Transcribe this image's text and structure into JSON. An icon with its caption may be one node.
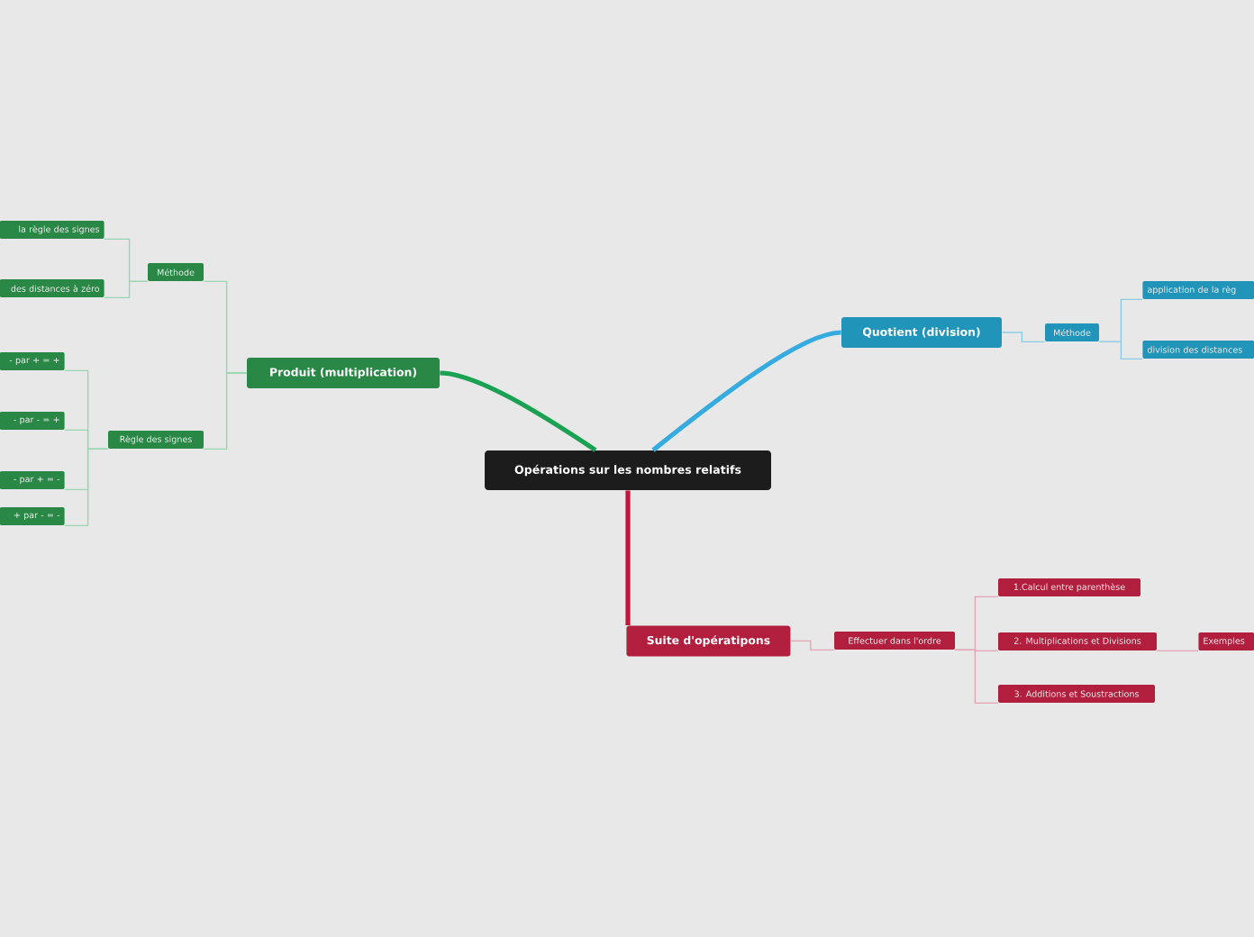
{
  "diagram": {
    "nodes": [
      {
        "text": [
          "Opérations sur les nombres relatifs"
        ]
      },
      {
        "text": [
          "Produit (multiplication)"
        ]
      },
      {
        "text": [
          "Méthode"
        ]
      },
      {
        "text": [
          "la règle des signes"
        ]
      },
      {
        "text": [
          "des distances à zéro"
        ]
      },
      {
        "text": [
          "Règle des signes"
        ]
      },
      {
        "text": [
          "- par + = +"
        ]
      },
      {
        "text": [
          "- par - = +"
        ]
      },
      {
        "text": [
          "- par + = -"
        ]
      },
      {
        "text": [
          "+ par - = -"
        ]
      },
      {
        "text": [
          "Quotient (division)"
        ]
      },
      {
        "text": [
          "Méthode"
        ]
      },
      {
        "text": [
          "application de la règ"
        ]
      },
      {
        "text": [
          "division des distances"
        ]
      },
      {
        "text": [
          "Suite d'opératipons"
        ]
      },
      {
        "text": [
          "Effectuer dans l'ordre"
        ]
      },
      {
        "text": [
          "1.Calcul entre parenthèse"
        ]
      },
      {
        "text": [
          "2. Multiplications et Divisions"
        ]
      },
      {
        "text": [
          "3. Additions et Soustractions"
        ]
      },
      {
        "text": [
          "Exemples"
        ]
      }
    ],
    "edges": [
      {
        "from": 0,
        "to": 1,
        "arrow": "none",
        "style": "thick",
        "color": "#1aa152"
      },
      {
        "from": 0,
        "to": 10,
        "arrow": "none",
        "style": "thick",
        "color": "#35abe0"
      },
      {
        "from": 0,
        "to": 14,
        "arrow": "none",
        "style": "thick",
        "color": "#c3143c"
      },
      {
        "from": 1,
        "to": 2,
        "arrow": "none",
        "color": "#98d6b2"
      },
      {
        "from": 2,
        "to": 3,
        "arrow": "none",
        "color": "#98d6b2"
      },
      {
        "from": 2,
        "to": 4,
        "arrow": "none",
        "color": "#98d6b2"
      },
      {
        "from": 1,
        "to": 5,
        "arrow": "none",
        "color": "#98d6b2"
      },
      {
        "from": 5,
        "to": 6,
        "arrow": "none",
        "color": "#98d6b2"
      },
      {
        "from": 5,
        "to": 7,
        "arrow": "none",
        "color": "#98d6b2"
      },
      {
        "from": 5,
        "to": 8,
        "arrow": "none",
        "color": "#98d6b2"
      },
      {
        "from": 5,
        "to": 9,
        "arrow": "none",
        "color": "#98d6b2"
      },
      {
        "from": 10,
        "to": 11,
        "arrow": "none",
        "color": "#8ccbe6"
      },
      {
        "from": 11,
        "to": 12,
        "arrow": "none",
        "color": "#8ccbe6"
      },
      {
        "from": 11,
        "to": 13,
        "arrow": "none",
        "color": "#8ccbe6"
      },
      {
        "from": 14,
        "to": 15,
        "arrow": "none",
        "color": "#e3a3b3"
      },
      {
        "from": 15,
        "to": 16,
        "arrow": "none",
        "color": "#e3a3b3"
      },
      {
        "from": 15,
        "to": 17,
        "arrow": "none",
        "color": "#e3a3b3"
      },
      {
        "from": 15,
        "to": 18,
        "arrow": "none",
        "color": "#e3a3b3"
      },
      {
        "from": 17,
        "to": 19,
        "arrow": "none",
        "color": "#e3a3b3"
      }
    ]
  }
}
